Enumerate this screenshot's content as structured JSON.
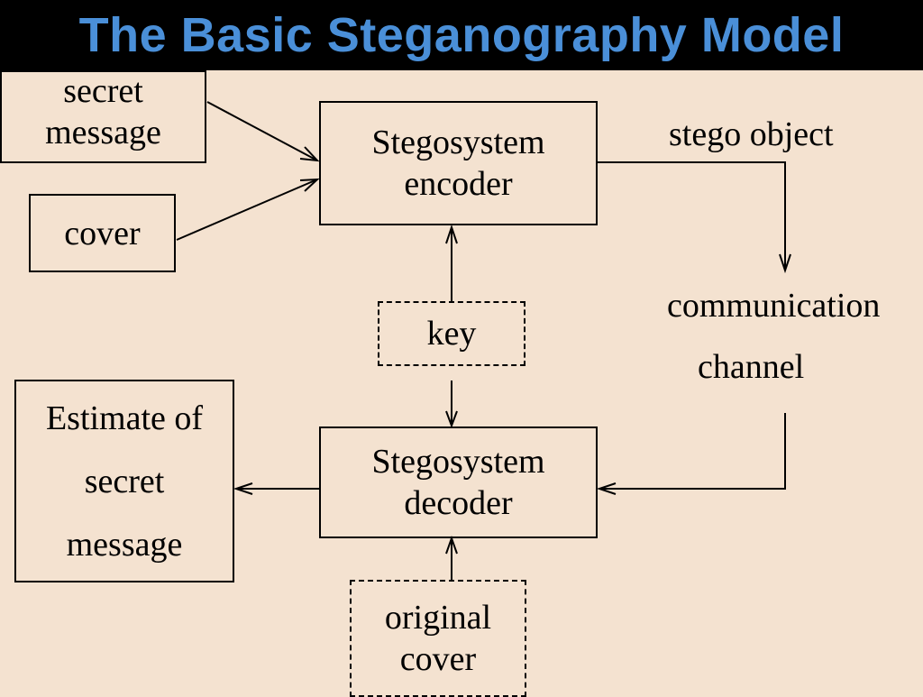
{
  "title": "The Basic Steganography Model",
  "nodes": {
    "secret_message": {
      "line1": "secret",
      "line2": "message"
    },
    "cover": {
      "line1": "cover"
    },
    "encoder": {
      "line1": "Stegosystem",
      "line2": "encoder"
    },
    "key": {
      "line1": "key"
    },
    "decoder": {
      "line1": "Stegosystem",
      "line2": "decoder"
    },
    "estimate": {
      "line1": "Estimate of",
      "line2": "secret",
      "line3": "message"
    },
    "original_cover": {
      "line1": "original",
      "line2": "cover"
    }
  },
  "labels": {
    "stego_object": "stego object",
    "channel_line1": "communication",
    "channel_line2": "channel"
  }
}
